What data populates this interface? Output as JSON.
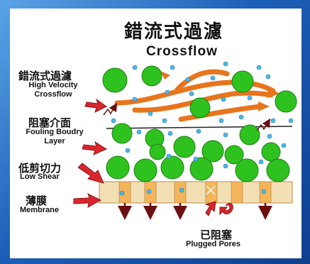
{
  "title": {
    "zh": "錯流式過濾",
    "en": "Crossflow"
  },
  "labels": {
    "high_velocity": {
      "zh": "錯流式過濾",
      "en_line1": "High Velocity",
      "en_line2": "Crossflow"
    },
    "fouling": {
      "zh": "阻塞介面",
      "en_line1": "Fouling Boudry",
      "en_line2": "Layer"
    },
    "low_shear": {
      "zh": "低剪切力",
      "en": "Low Shear"
    },
    "membrane": {
      "zh": "薄膜",
      "en": "Membrane"
    },
    "plugged": {
      "zh": "已阻塞",
      "en": "Plugged Pores"
    }
  },
  "colors": {
    "particle": "#2ec21f",
    "droplet": "#4bb8e8",
    "flow_arrow": "#e8741c",
    "membrane": "#f3dfb4",
    "pore": "#f4b45a",
    "pointer": "#d9262c"
  }
}
